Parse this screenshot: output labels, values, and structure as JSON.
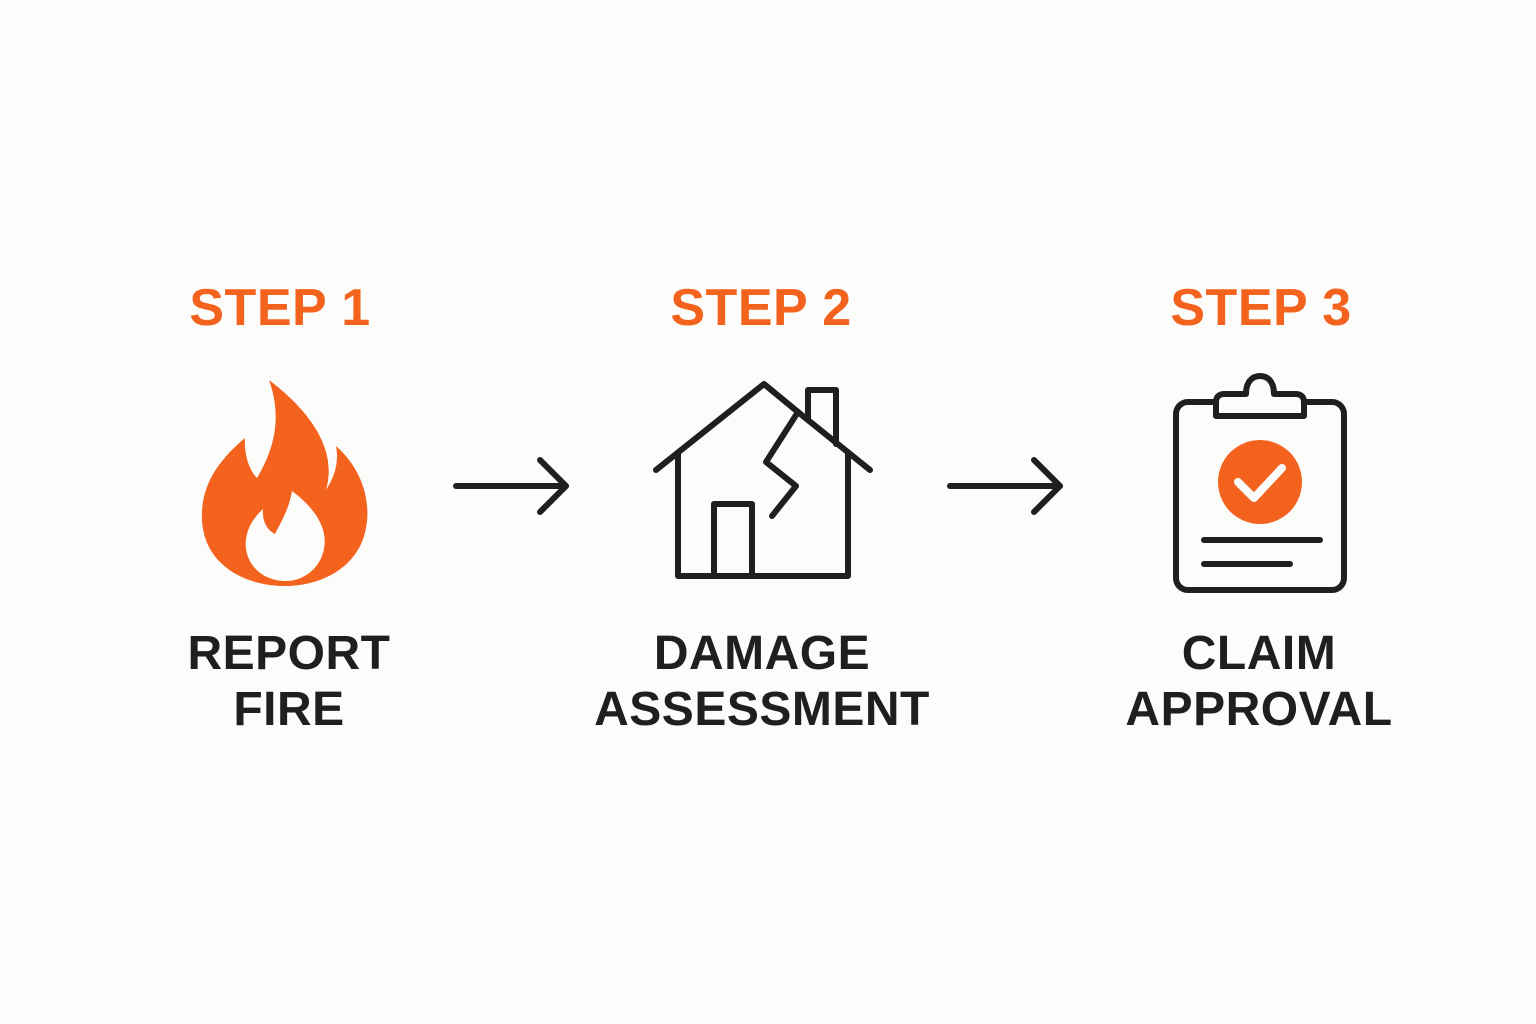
{
  "colors": {
    "accent": "#f4631e",
    "ink": "#1f1f1f",
    "background": "#fcfcfb"
  },
  "steps": [
    {
      "label": "STEP 1",
      "title_lines": [
        "REPORT",
        "FIRE"
      ],
      "icon": "fire-icon"
    },
    {
      "label": "STEP 2",
      "title_lines": [
        "DAMAGE",
        "ASSESSMENT"
      ],
      "icon": "damaged-house-icon"
    },
    {
      "label": "STEP 3",
      "title_lines": [
        "CLAIM",
        "APPROVAL"
      ],
      "icon": "clipboard-check-icon"
    }
  ],
  "connectors": [
    "arrow-right-icon",
    "arrow-right-icon"
  ]
}
